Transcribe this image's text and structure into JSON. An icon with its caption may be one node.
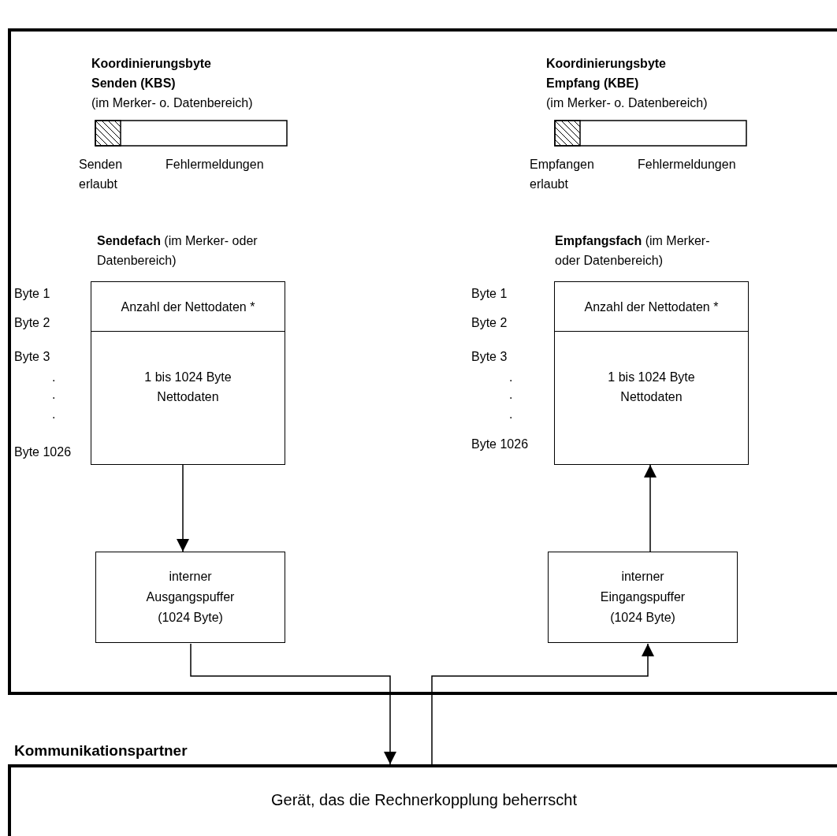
{
  "diagram": {
    "nodes": [
      {
        "text": [],
        "shape": "box"
      },
      {
        "text": [
          "Koordinierungsbyte Senden (KBS)",
          "(im Merker- o. Datenbereich)"
        ],
        "beside": [
          "Senden erlaubt",
          "Fehlermeldungen"
        ],
        "in": 0
      },
      {
        "text": [
          "Koordinierungsbyte Empfang (KBE)",
          "(im Merker- o. Datenbereich)"
        ],
        "beside": [
          "Empfangen erlaubt",
          "Fehlermeldungen"
        ],
        "in": 0
      },
      {
        "text": [
          "**Sendefach** (im Merker- oder Datenbereich)",
          "Anzahl der Nettodaten *",
          "1 bis 1024 Byte Nettodaten"
        ],
        "beside": [
          "Byte 1",
          "Byte 2",
          "Byte 3",
          ".",
          ".",
          ".",
          "Byte 1026"
        ],
        "in": 0
      },
      {
        "text": [
          "**Empfangsfach** (im Merker- oder Datenbereich)",
          "Anzahl der Nettodaten *",
          "1 bis 1024 Byte Nettodaten"
        ],
        "beside": [
          "Byte 1",
          "Byte 2",
          "Byte 3",
          ".",
          ".",
          ".",
          "Byte 1026"
        ],
        "in": 0
      },
      {
        "text": [
          "interner Ausgangspuffer (1024 Byte)"
        ],
        "in": 0
      },
      {
        "text": [
          "interner Eingangspuffer (1024 Byte)"
        ],
        "in": 0
      },
      {
        "text": [
          "Kommunikationspartner",
          "Gerät, das die Rechnerkopplung beherrscht"
        ]
      }
    ],
    "edges": [
      {
        "from": 3,
        "to": 5,
        "arrow": "to"
      },
      {
        "from": 6,
        "to": 4,
        "arrow": "to"
      },
      {
        "from": 5,
        "to": 7,
        "arrow": "to"
      },
      {
        "from": 7,
        "to": 6,
        "arrow": "to"
      }
    ]
  }
}
